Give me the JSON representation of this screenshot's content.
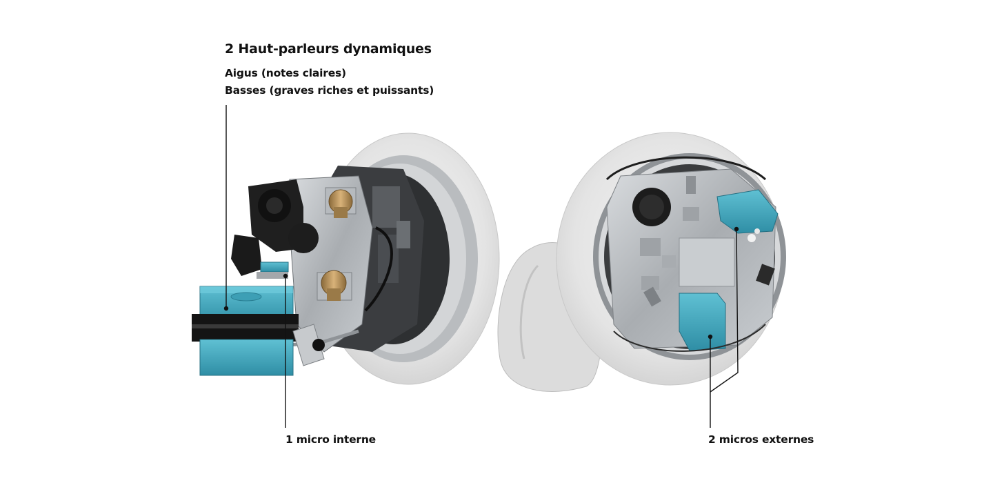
{
  "annotations": {
    "speakers_title": "2 Haut-parleurs dynamiques",
    "speakers_line1": "Aigus (notes claires)",
    "speakers_line2": "Basses (graves riches et puissants)",
    "internal_mic": "1 micro interne",
    "external_mics": "2 micros externes"
  },
  "colors": {
    "accent_teal": "#3d9fb5",
    "shell_grey": "#e6e6e6",
    "board_grey": "#b8bcc0",
    "leader_line": "#111111"
  }
}
